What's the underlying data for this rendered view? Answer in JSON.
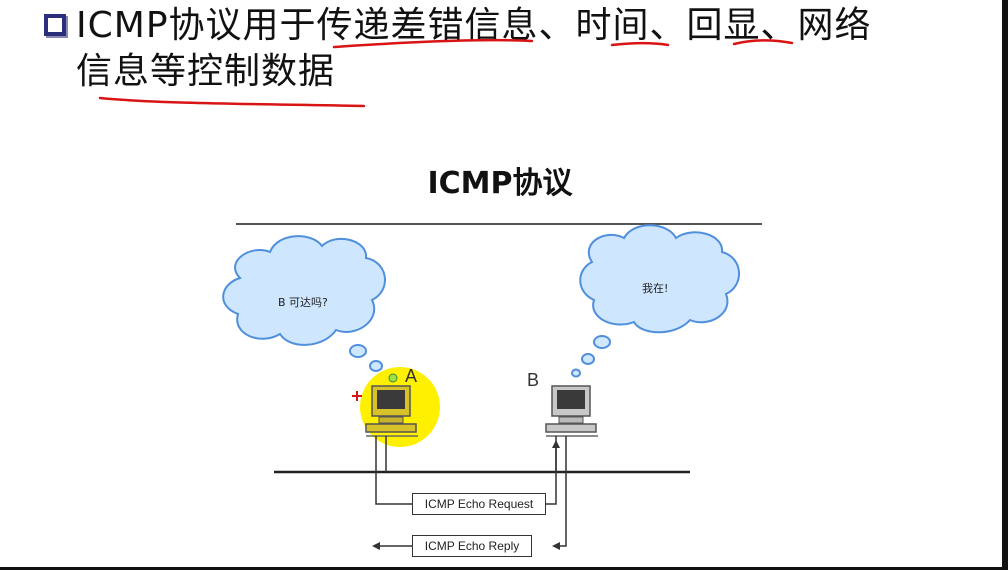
{
  "heading": {
    "line1": "ICMP协议用于传递差错信息、时间、回显、网络",
    "line2": "信息等控制数据"
  },
  "diagram": {
    "title": "ICMP协议",
    "host_a": {
      "label": "A",
      "thought": "B 可达吗?"
    },
    "host_b": {
      "label": "B",
      "thought": "我在!"
    },
    "messages": {
      "request": "ICMP Echo Request",
      "reply": "ICMP Echo Reply"
    }
  },
  "colors": {
    "bullet": "#2a2f7c",
    "cloud_fill": "#cfe6ff",
    "cloud_stroke": "#4f8fdc",
    "highlight": "#ffef00",
    "annotation": "#d81414",
    "pc_active": "#d7c22a",
    "pc_idle": "#c8c8c8"
  }
}
